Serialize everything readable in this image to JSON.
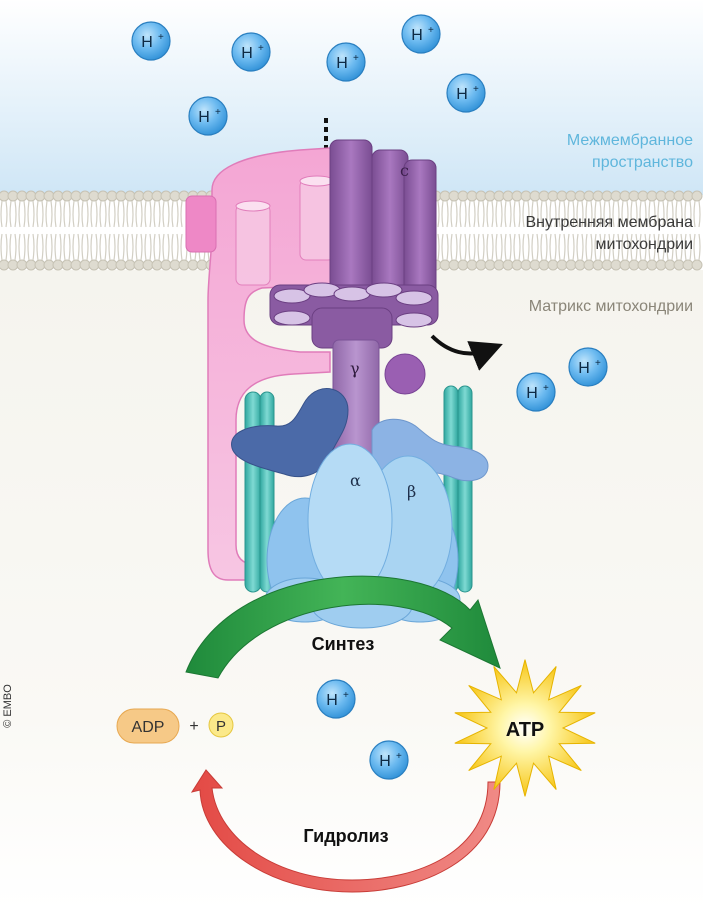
{
  "labels": {
    "intermembrane_space": [
      "Межмембранное",
      "пространство"
    ],
    "inner_membrane": [
      "Внутренняя мембрана",
      "митохондрии"
    ],
    "matrix": "Матрикс митохондрии",
    "synthesis": "Синтез",
    "hydrolysis": "Гидролиз",
    "adp": "ADP",
    "plus": "+",
    "phosphate": "P",
    "atp": "ATP",
    "copyright": "© EMBO"
  },
  "subunits": {
    "c_ring": "c",
    "gamma": "γ",
    "alpha": "α",
    "beta": "β"
  },
  "proton": {
    "symbol": "H",
    "charge": "+"
  },
  "colors": {
    "intermembrane_bg": "#cfe6f6",
    "matrix_bg": "#f5f4ee",
    "proton_fill": "#3f9fe0",
    "stator": "#f2a9d6",
    "c_ring": "#9a62ae",
    "stalk": "#a37bbf",
    "alpha_beta": "#a9d4f2",
    "peripheral_stalk": "#42b9b1",
    "synthesis_arrow": "#2f9a45",
    "hydrolysis_arrow": "#e0504b",
    "atp_star": "#fbd216",
    "adp_pill": "#f6c987",
    "phosphate_fill": "#fbe98a"
  }
}
